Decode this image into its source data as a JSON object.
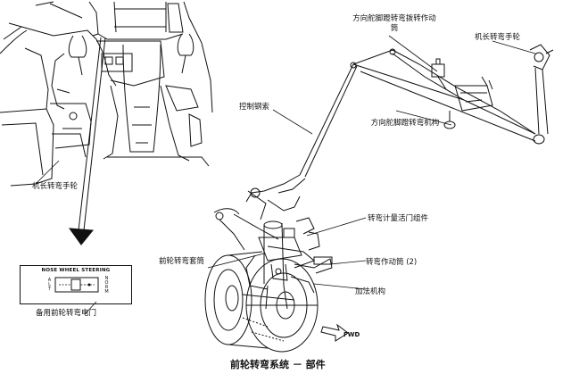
{
  "title": "前轮转弯系统 － 部件",
  "labels": {
    "rudder_pedal_steering_actuator": "方向舵脚蹬转弯拨转作动筒",
    "captain_tiller_top": "机长转弯手轮",
    "control_cables": "控制钢索",
    "rudder_pedal_steering_mechanism": "方向舵脚蹬转弯机构",
    "captain_tiller_left": "机长转弯手轮",
    "steering_metering_valve": "转弯计量活门组件",
    "nose_wheel_steering_collar": "前轮转弯套筒",
    "steering_actuators": "转弯作动筒 (2)",
    "summing_mechanism": "加法机构",
    "alternate_nws_switch": "备用前轮转弯电门"
  },
  "panel": {
    "heading": "NOSE WHEEL STEERING",
    "left_text": "ALT",
    "right_text": "NORM"
  },
  "fwd_label": "FWD",
  "colors": {
    "ink": "#111111",
    "paper": "#ffffff"
  }
}
